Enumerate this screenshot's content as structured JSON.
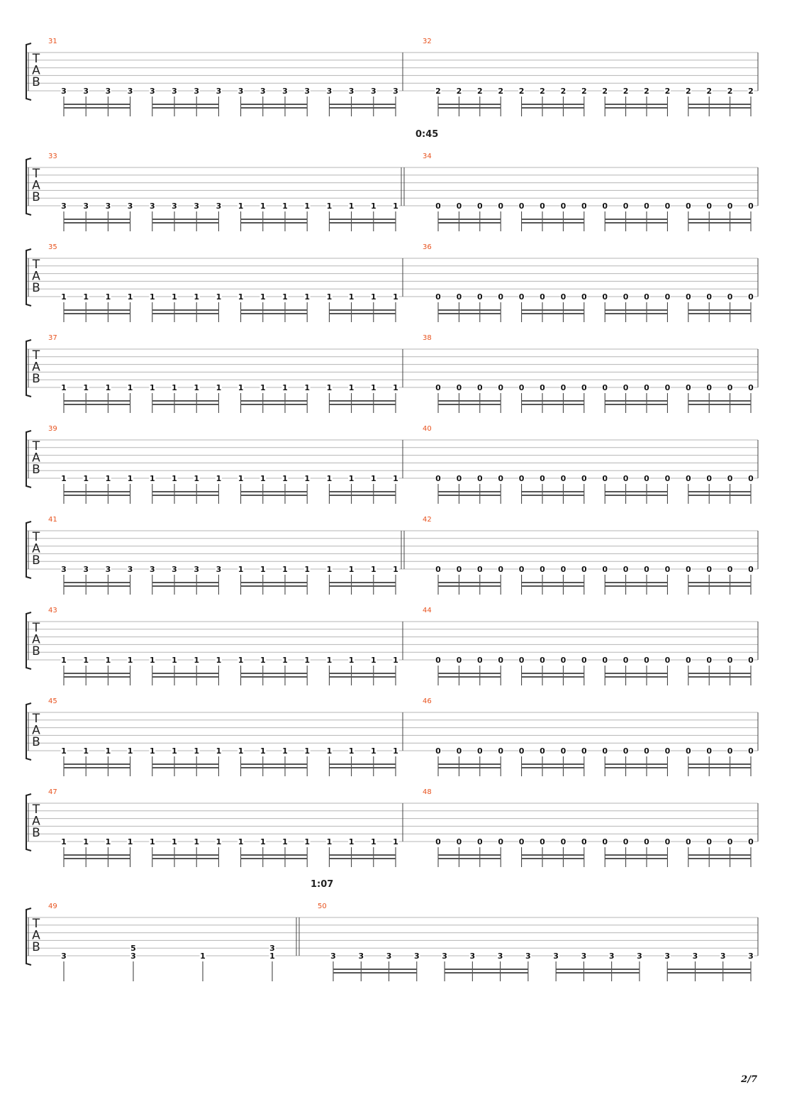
{
  "document": {
    "page_number": "2/7",
    "clef_letters": [
      "T",
      "A",
      "B"
    ],
    "time_markers": [
      "0:45",
      "1:07"
    ]
  },
  "colors": {
    "measure_number": "#e8531f",
    "staff_line": "#b5b5b5",
    "note_text": "#111111",
    "beam": "#555555"
  },
  "systems": [
    {
      "measures": [
        {
          "number": "31",
          "notes": [
            [
              "3"
            ],
            [
              "3"
            ],
            [
              "3"
            ],
            [
              "3"
            ],
            [
              "3"
            ],
            [
              "3"
            ],
            [
              "3"
            ],
            [
              "3"
            ],
            [
              "3"
            ],
            [
              "3"
            ],
            [
              "3"
            ],
            [
              "3"
            ],
            [
              "3"
            ],
            [
              "3"
            ],
            [
              "3"
            ],
            [
              "3"
            ]
          ]
        },
        {
          "number": "32",
          "notes": [
            [
              "2"
            ],
            [
              "2"
            ],
            [
              "2"
            ],
            [
              "2"
            ],
            [
              "2"
            ],
            [
              "2"
            ],
            [
              "2"
            ],
            [
              "2"
            ],
            [
              "2"
            ],
            [
              "2"
            ],
            [
              "2"
            ],
            [
              "2"
            ],
            [
              "2"
            ],
            [
              "2"
            ],
            [
              "2"
            ],
            [
              "2"
            ]
          ]
        }
      ]
    },
    {
      "marker": "0:45",
      "marker_measure": 1,
      "double_bar": true,
      "measures": [
        {
          "number": "33",
          "notes": [
            [
              "3"
            ],
            [
              "3"
            ],
            [
              "3"
            ],
            [
              "3"
            ],
            [
              "3"
            ],
            [
              "3"
            ],
            [
              "3"
            ],
            [
              "3"
            ],
            [
              "1"
            ],
            [
              "1"
            ],
            [
              "1"
            ],
            [
              "1"
            ],
            [
              "1"
            ],
            [
              "1"
            ],
            [
              "1"
            ],
            [
              "1"
            ]
          ]
        },
        {
          "number": "34",
          "notes": [
            [
              "0"
            ],
            [
              "0"
            ],
            [
              "0"
            ],
            [
              "0"
            ],
            [
              "0"
            ],
            [
              "0"
            ],
            [
              "0"
            ],
            [
              "0"
            ],
            [
              "0"
            ],
            [
              "0"
            ],
            [
              "0"
            ],
            [
              "0"
            ],
            [
              "0"
            ],
            [
              "0"
            ],
            [
              "0"
            ],
            [
              "0"
            ]
          ]
        }
      ]
    },
    {
      "measures": [
        {
          "number": "35",
          "notes": [
            [
              "1"
            ],
            [
              "1"
            ],
            [
              "1"
            ],
            [
              "1"
            ],
            [
              "1"
            ],
            [
              "1"
            ],
            [
              "1"
            ],
            [
              "1"
            ],
            [
              "1"
            ],
            [
              "1"
            ],
            [
              "1"
            ],
            [
              "1"
            ],
            [
              "1"
            ],
            [
              "1"
            ],
            [
              "1"
            ],
            [
              "1"
            ]
          ]
        },
        {
          "number": "36",
          "notes": [
            [
              "0"
            ],
            [
              "0"
            ],
            [
              "0"
            ],
            [
              "0"
            ],
            [
              "0"
            ],
            [
              "0"
            ],
            [
              "0"
            ],
            [
              "0"
            ],
            [
              "0"
            ],
            [
              "0"
            ],
            [
              "0"
            ],
            [
              "0"
            ],
            [
              "0"
            ],
            [
              "0"
            ],
            [
              "0"
            ],
            [
              "0"
            ]
          ]
        }
      ]
    },
    {
      "measures": [
        {
          "number": "37",
          "notes": [
            [
              "1"
            ],
            [
              "1"
            ],
            [
              "1"
            ],
            [
              "1"
            ],
            [
              "1"
            ],
            [
              "1"
            ],
            [
              "1"
            ],
            [
              "1"
            ],
            [
              "1"
            ],
            [
              "1"
            ],
            [
              "1"
            ],
            [
              "1"
            ],
            [
              "1"
            ],
            [
              "1"
            ],
            [
              "1"
            ],
            [
              "1"
            ]
          ]
        },
        {
          "number": "38",
          "notes": [
            [
              "0"
            ],
            [
              "0"
            ],
            [
              "0"
            ],
            [
              "0"
            ],
            [
              "0"
            ],
            [
              "0"
            ],
            [
              "0"
            ],
            [
              "0"
            ],
            [
              "0"
            ],
            [
              "0"
            ],
            [
              "0"
            ],
            [
              "0"
            ],
            [
              "0"
            ],
            [
              "0"
            ],
            [
              "0"
            ],
            [
              "0"
            ]
          ]
        }
      ]
    },
    {
      "measures": [
        {
          "number": "39",
          "notes": [
            [
              "1"
            ],
            [
              "1"
            ],
            [
              "1"
            ],
            [
              "1"
            ],
            [
              "1"
            ],
            [
              "1"
            ],
            [
              "1"
            ],
            [
              "1"
            ],
            [
              "1"
            ],
            [
              "1"
            ],
            [
              "1"
            ],
            [
              "1"
            ],
            [
              "1"
            ],
            [
              "1"
            ],
            [
              "1"
            ],
            [
              "1"
            ]
          ]
        },
        {
          "number": "40",
          "notes": [
            [
              "0"
            ],
            [
              "0"
            ],
            [
              "0"
            ],
            [
              "0"
            ],
            [
              "0"
            ],
            [
              "0"
            ],
            [
              "0"
            ],
            [
              "0"
            ],
            [
              "0"
            ],
            [
              "0"
            ],
            [
              "0"
            ],
            [
              "0"
            ],
            [
              "0"
            ],
            [
              "0"
            ],
            [
              "0"
            ],
            [
              "0"
            ]
          ]
        }
      ]
    },
    {
      "double_bar": true,
      "measures": [
        {
          "number": "41",
          "notes": [
            [
              "3"
            ],
            [
              "3"
            ],
            [
              "3"
            ],
            [
              "3"
            ],
            [
              "3"
            ],
            [
              "3"
            ],
            [
              "3"
            ],
            [
              "3"
            ],
            [
              "1"
            ],
            [
              "1"
            ],
            [
              "1"
            ],
            [
              "1"
            ],
            [
              "1"
            ],
            [
              "1"
            ],
            [
              "1"
            ],
            [
              "1"
            ]
          ]
        },
        {
          "number": "42",
          "notes": [
            [
              "0"
            ],
            [
              "0"
            ],
            [
              "0"
            ],
            [
              "0"
            ],
            [
              "0"
            ],
            [
              "0"
            ],
            [
              "0"
            ],
            [
              "0"
            ],
            [
              "0"
            ],
            [
              "0"
            ],
            [
              "0"
            ],
            [
              "0"
            ],
            [
              "0"
            ],
            [
              "0"
            ],
            [
              "0"
            ],
            [
              "0"
            ]
          ]
        }
      ]
    },
    {
      "measures": [
        {
          "number": "43",
          "notes": [
            [
              "1"
            ],
            [
              "1"
            ],
            [
              "1"
            ],
            [
              "1"
            ],
            [
              "1"
            ],
            [
              "1"
            ],
            [
              "1"
            ],
            [
              "1"
            ],
            [
              "1"
            ],
            [
              "1"
            ],
            [
              "1"
            ],
            [
              "1"
            ],
            [
              "1"
            ],
            [
              "1"
            ],
            [
              "1"
            ],
            [
              "1"
            ]
          ]
        },
        {
          "number": "44",
          "notes": [
            [
              "0"
            ],
            [
              "0"
            ],
            [
              "0"
            ],
            [
              "0"
            ],
            [
              "0"
            ],
            [
              "0"
            ],
            [
              "0"
            ],
            [
              "0"
            ],
            [
              "0"
            ],
            [
              "0"
            ],
            [
              "0"
            ],
            [
              "0"
            ],
            [
              "0"
            ],
            [
              "0"
            ],
            [
              "0"
            ],
            [
              "0"
            ]
          ]
        }
      ]
    },
    {
      "measures": [
        {
          "number": "45",
          "notes": [
            [
              "1"
            ],
            [
              "1"
            ],
            [
              "1"
            ],
            [
              "1"
            ],
            [
              "1"
            ],
            [
              "1"
            ],
            [
              "1"
            ],
            [
              "1"
            ],
            [
              "1"
            ],
            [
              "1"
            ],
            [
              "1"
            ],
            [
              "1"
            ],
            [
              "1"
            ],
            [
              "1"
            ],
            [
              "1"
            ],
            [
              "1"
            ]
          ]
        },
        {
          "number": "46",
          "notes": [
            [
              "0"
            ],
            [
              "0"
            ],
            [
              "0"
            ],
            [
              "0"
            ],
            [
              "0"
            ],
            [
              "0"
            ],
            [
              "0"
            ],
            [
              "0"
            ],
            [
              "0"
            ],
            [
              "0"
            ],
            [
              "0"
            ],
            [
              "0"
            ],
            [
              "0"
            ],
            [
              "0"
            ],
            [
              "0"
            ],
            [
              "0"
            ]
          ]
        }
      ]
    },
    {
      "measures": [
        {
          "number": "47",
          "notes": [
            [
              "1"
            ],
            [
              "1"
            ],
            [
              "1"
            ],
            [
              "1"
            ],
            [
              "1"
            ],
            [
              "1"
            ],
            [
              "1"
            ],
            [
              "1"
            ],
            [
              "1"
            ],
            [
              "1"
            ],
            [
              "1"
            ],
            [
              "1"
            ],
            [
              "1"
            ],
            [
              "1"
            ],
            [
              "1"
            ],
            [
              "1"
            ]
          ]
        },
        {
          "number": "48",
          "notes": [
            [
              "0"
            ],
            [
              "0"
            ],
            [
              "0"
            ],
            [
              "0"
            ],
            [
              "0"
            ],
            [
              "0"
            ],
            [
              "0"
            ],
            [
              "0"
            ],
            [
              "0"
            ],
            [
              "0"
            ],
            [
              "0"
            ],
            [
              "0"
            ],
            [
              "0"
            ],
            [
              "0"
            ],
            [
              "0"
            ],
            [
              "0"
            ]
          ]
        }
      ]
    },
    {
      "marker": "1:07",
      "marker_measure": 1,
      "double_bar": true,
      "split": "narrow",
      "measures": [
        {
          "number": "49",
          "quarter": true,
          "notes": [
            [
              "3"
            ],
            [
              "3",
              "5"
            ],
            [
              "1"
            ],
            [
              "1",
              "3"
            ]
          ]
        },
        {
          "number": "50",
          "notes": [
            [
              "3"
            ],
            [
              "3"
            ],
            [
              "3"
            ],
            [
              "3"
            ],
            [
              "3"
            ],
            [
              "3"
            ],
            [
              "3"
            ],
            [
              "3"
            ],
            [
              "3"
            ],
            [
              "3"
            ],
            [
              "3"
            ],
            [
              "3"
            ],
            [
              "3"
            ],
            [
              "3"
            ],
            [
              "3"
            ],
            [
              "3"
            ]
          ]
        }
      ]
    }
  ]
}
